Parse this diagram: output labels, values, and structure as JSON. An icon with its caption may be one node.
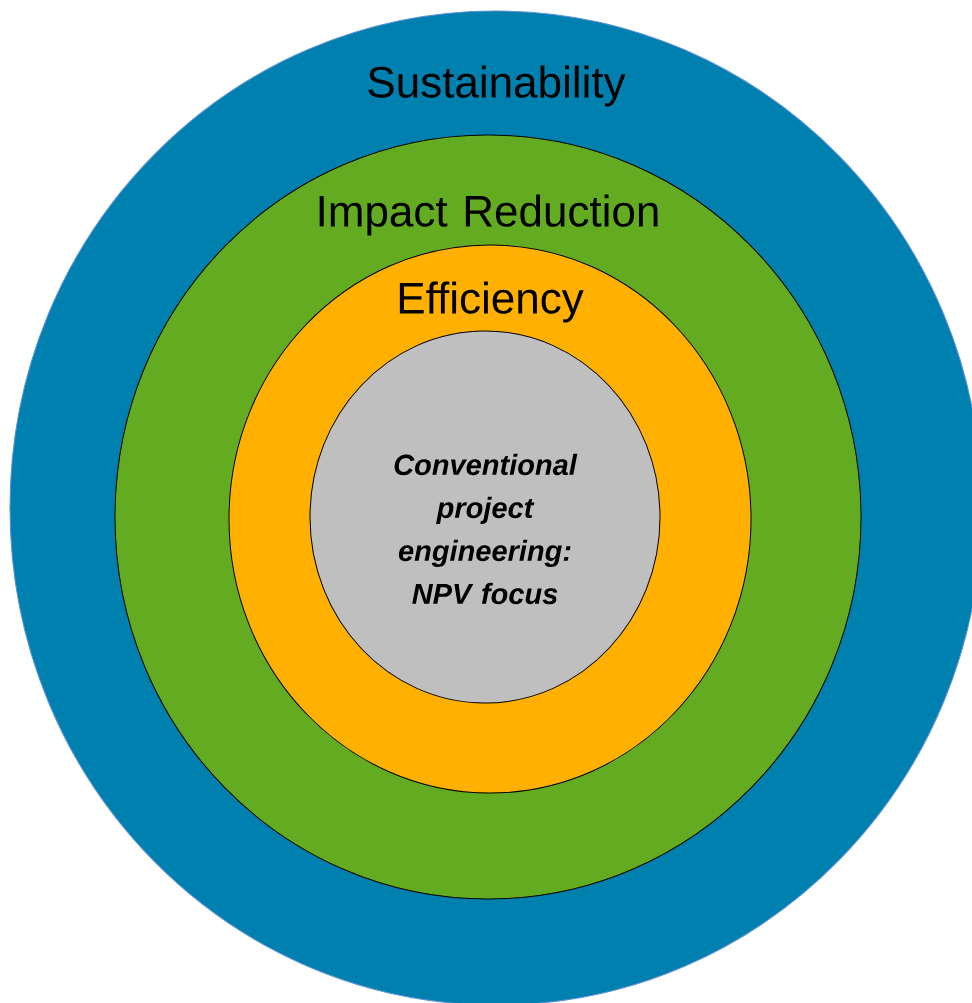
{
  "diagram": {
    "nodes": [
      {
        "text": [
          "Sustainability"
        ]
      },
      {
        "text": [
          "Impact Reduction"
        ],
        "in": 0
      },
      {
        "text": [
          "Efficiency"
        ],
        "in": 1
      },
      {
        "text": [
          "Conventional project engineering: NPV focus"
        ],
        "in": 2
      }
    ]
  }
}
